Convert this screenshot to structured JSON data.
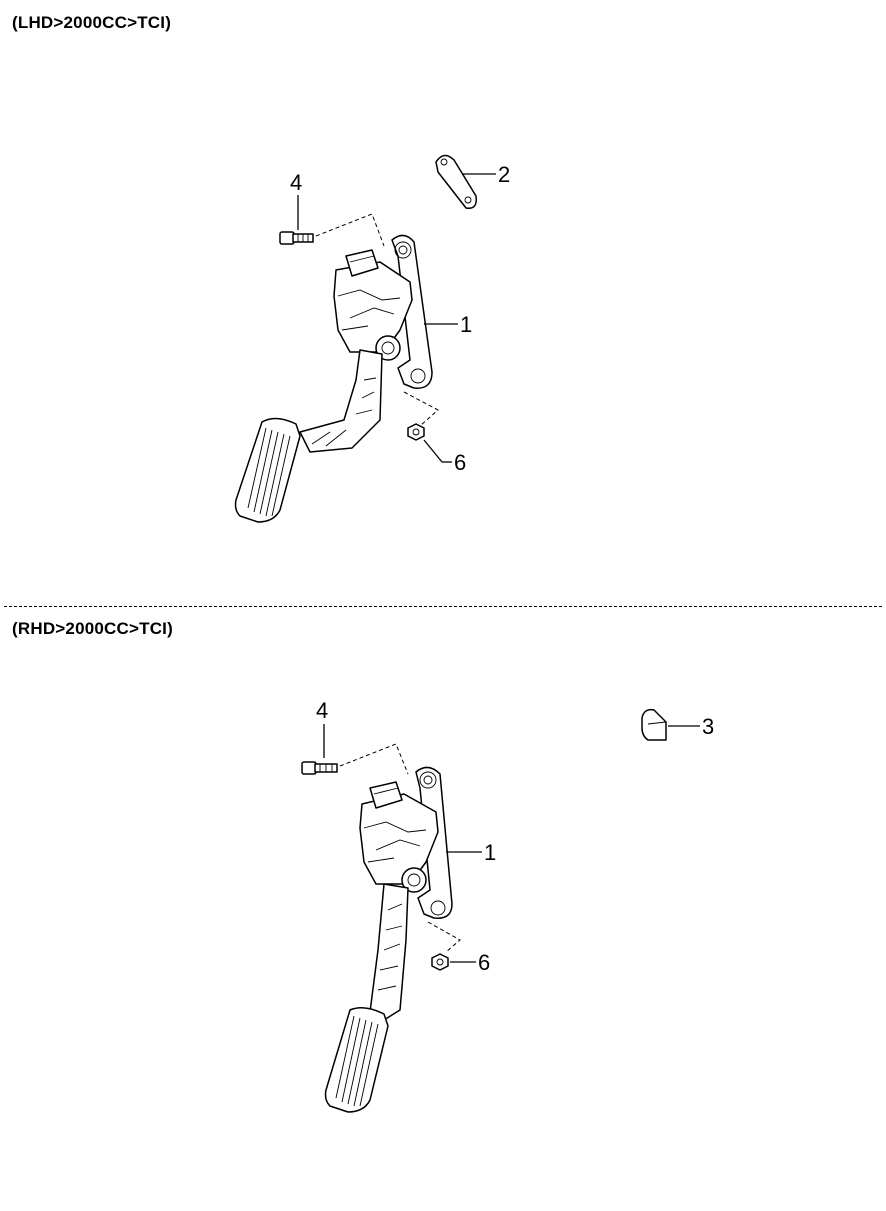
{
  "sections": [
    {
      "title": "(LHD>2000CC>TCI)",
      "callouts": [
        "4",
        "2",
        "1",
        "6"
      ]
    },
    {
      "title": "(RHD>2000CC>TCI)",
      "callouts": [
        "4",
        "3",
        "1",
        "6"
      ]
    }
  ]
}
